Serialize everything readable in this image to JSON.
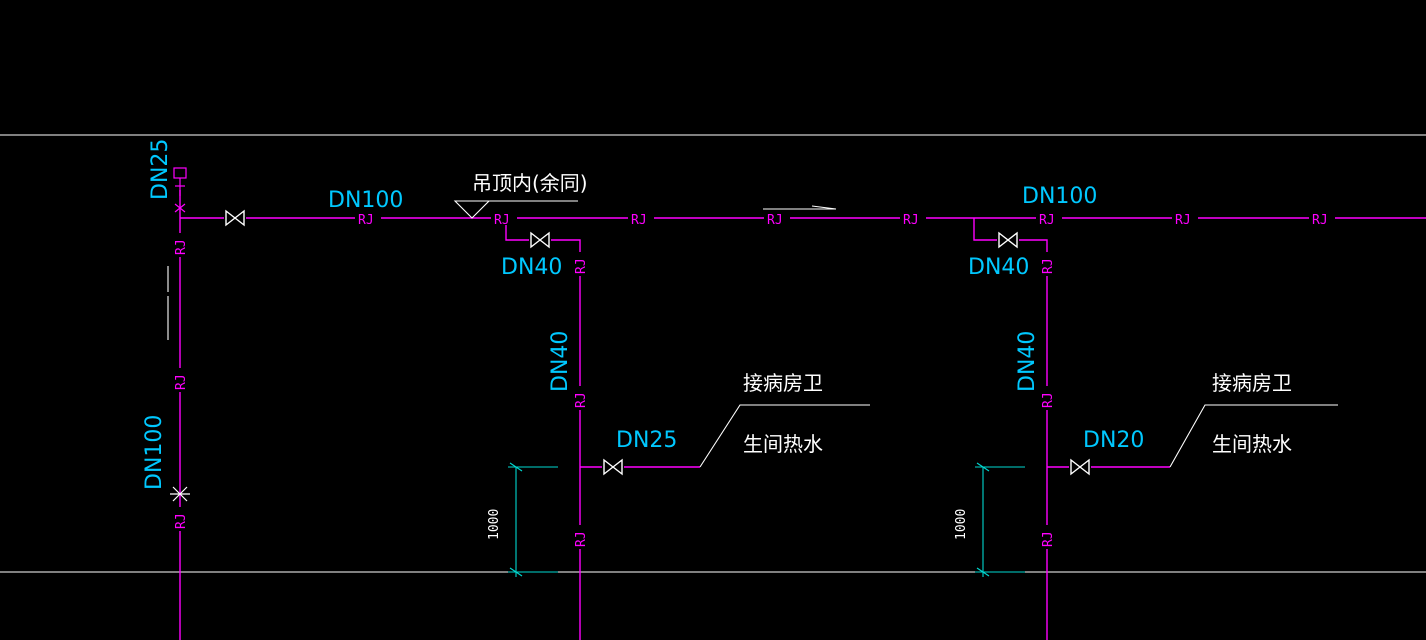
{
  "colors": {
    "background": "#000000",
    "pipe": "#ff00ff",
    "annotation": "#00c8ff",
    "dimension": "#00d8d0",
    "frame": "#ffffff",
    "text": "#ffffff"
  },
  "labels": {
    "pipe_code": "RJ",
    "dn25_top": "DN25",
    "dn100_left": "DN100",
    "dn100_main_1": "DN100",
    "dn100_main_2": "DN100",
    "dn40_branch_1": "DN40",
    "dn40_branch_2": "DN40",
    "dn40_riser_1": "DN40",
    "dn40_riser_2": "DN40",
    "dn25_branch": "DN25",
    "dn20_branch": "DN20",
    "ceiling_note": "吊顶内(余同)",
    "ward_note_1_line1": "接病房卫",
    "ward_note_1_line2": "生间热水",
    "ward_note_2_line1": "接病房卫",
    "ward_note_2_line2": "生间热水",
    "dim_1": "1000",
    "dim_2": "1000"
  }
}
